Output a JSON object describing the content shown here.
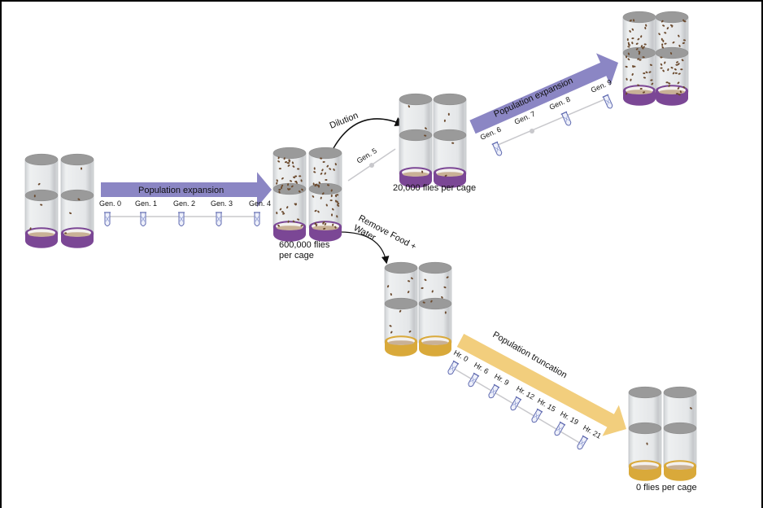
{
  "colors": {
    "purple_arrow": "#8b86c4",
    "yellow_arrow": "#f2ce7d",
    "purple_ring": "#7b4795",
    "yellow_ring": "#d9a93a",
    "food": "#c9b196",
    "mesh": "#9a9a9a",
    "cage_body": "#e2e4e6",
    "timeline": "#c8c8cc",
    "tube": "#5f6ab0",
    "fly": "#6b4a2e"
  },
  "stages": {
    "start": {
      "ring": "purple",
      "density": "low",
      "label": ""
    },
    "gen4": {
      "ring": "purple",
      "density": "high",
      "label_line1": "600,000 flies",
      "label_line2": "per cage"
    },
    "diluted": {
      "ring": "purple",
      "density": "low",
      "label": "20,000 flies per cage"
    },
    "gen9": {
      "ring": "purple",
      "density": "high",
      "label": ""
    },
    "starved_start": {
      "ring": "yellow",
      "density": "medium",
      "label": ""
    },
    "end": {
      "ring": "yellow",
      "density": "none",
      "label": "0 flies per cage"
    }
  },
  "arrows": {
    "expansion1": "Population expansion",
    "expansion2": "Population expansion",
    "truncation": "Population truncation",
    "dilution": "Dilution",
    "remove_line1": "Remove Food +",
    "remove_line2": "Water"
  },
  "timelines": {
    "expansion1": [
      "Gen. 0",
      "Gen. 1",
      "Gen. 2",
      "Gen. 3",
      "Gen. 4"
    ],
    "dilution": [
      "Gen. 5"
    ],
    "expansion2": [
      "Gen. 6",
      "Gen. 7",
      "Gen. 8",
      "Gen. 9"
    ],
    "truncation": [
      "Hr. 0",
      "Hr. 6",
      "Hr. 9",
      "Hr. 12",
      "Hr. 15",
      "Hr. 19",
      "Hr. 21"
    ]
  }
}
